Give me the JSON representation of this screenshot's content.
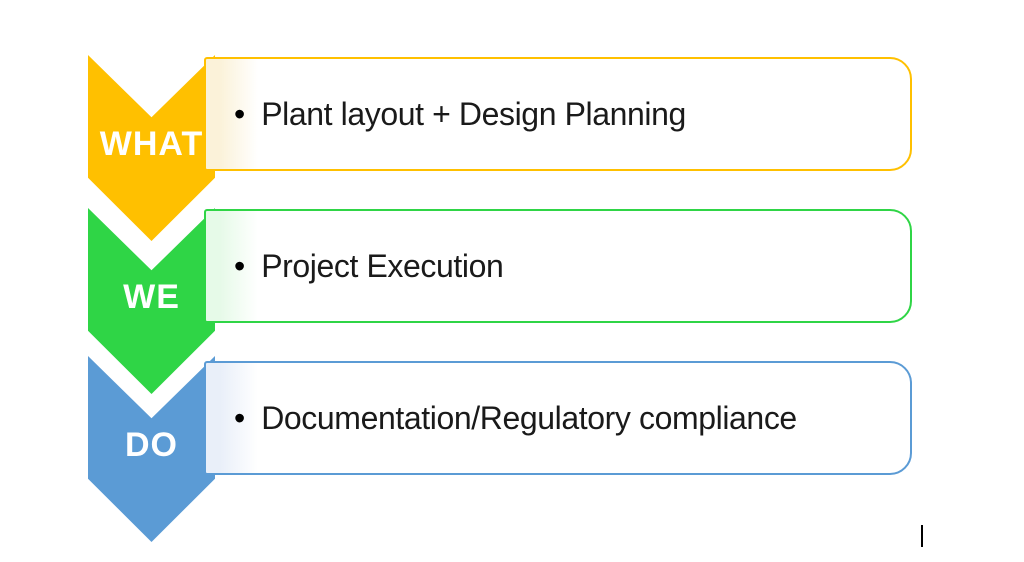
{
  "bullet_char": "•",
  "steps": [
    {
      "label": "WHAT",
      "text": "Plant layout + Design Planning",
      "accent_color": "#FFC000",
      "tint_color": "#FBF2D9"
    },
    {
      "label": "WE",
      "text": "Project Execution",
      "accent_color": "#2FD546",
      "tint_color": "#E6FAE8"
    },
    {
      "label": "DO",
      "text": "Documentation/Regulatory compliance",
      "accent_color": "#5B9BD5",
      "tint_color": "#E9EFF9"
    }
  ]
}
